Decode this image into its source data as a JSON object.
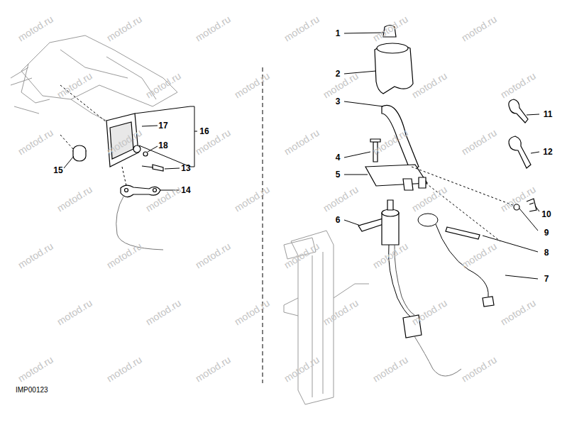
{
  "diagram": {
    "labels": [
      "1",
      "2",
      "3",
      "4",
      "5",
      "6",
      "7",
      "8",
      "9",
      "10",
      "11",
      "12",
      "13",
      "14",
      "15",
      "16",
      "17",
      "18",
      "IMP00123",
      "motod.ru",
      "motod.ru",
      "motod.ru",
      "motod.ru",
      "motod.ru",
      "motod.ru",
      "motod.ru",
      "motod.ru",
      "motod.ru",
      "motod.ru",
      "motod.ru",
      "motod.ru",
      "motod.ru",
      "motod.ru",
      "motod.ru",
      "motod.ru",
      "motod.ru",
      "motod.ru",
      "motod.ru",
      "motod.ru",
      "motod.ru",
      "motod.ru",
      "motod.ru",
      "motod.ru",
      "motod.ru",
      "motod.ru",
      "motod.ru",
      "motod.ru",
      "motod.ru",
      "motod.ru",
      "motod.ru",
      "motod.ru",
      "motod.ru",
      "motod.ru",
      "motod.ru",
      "motod.ru",
      "motod.ru",
      "motod.ru",
      "motod.ru",
      "motod.ru",
      "motod.ru",
      "motod.ru"
    ]
  }
}
